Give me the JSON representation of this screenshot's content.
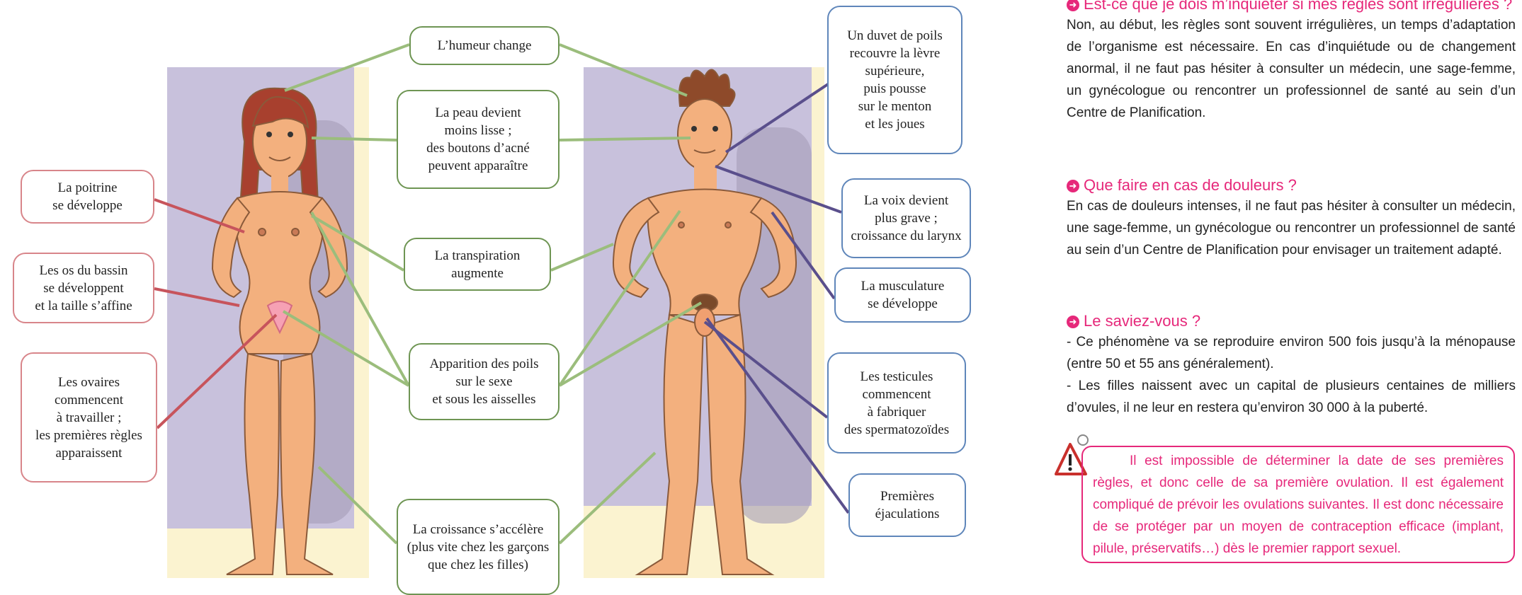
{
  "labels": {
    "mood": "L’humeur change",
    "skin": "La peau devient\nmoins lisse ;\ndes boutons d’acné\npeuvent apparaître",
    "breast": "La poitrine\nse développe",
    "pelvis": "Les os du bassin\nse développent\net la taille s’affine",
    "ovaries": "Les ovaires\ncommencent\nà travailler ;\nles premières règles\napparaissent",
    "sweat": "La transpiration\naugmente",
    "hair": "Apparition des poils\nsur le sexe\net sous les aisselles",
    "growth": "La croissance s’accélère\n(plus vite chez les garçons\nque chez les filles)",
    "duvet": "Un duvet de poils\nrecouvre la lèvre\nsupérieure,\npuis pousse\nsur le menton\net les joues",
    "voice": "La voix devient\nplus grave ;\ncroissance du larynx",
    "muscles": "La musculature\nse développe",
    "testicles": "Les testicules\ncommencent\nà fabriquer\ndes spermatozoïdes",
    "ejaculation": "Premières\néjaculations"
  },
  "sections": [
    {
      "title": "Est-ce que je dois m’inquiéter si mes règles sont irrégulières ?",
      "body": "Non, au début, les règles sont souvent irrégulières, un temps d’adaptation de l’organisme est nécessaire. En cas d’inquiétude ou de changement anormal, il ne faut pas hésiter à consulter un médecin, une sage-femme, un gynécologue ou rencontrer un professionnel de santé au sein d’un Centre de Planification."
    },
    {
      "title": "Que faire en cas de douleurs ?",
      "body": "En cas de douleurs intenses, il ne faut pas hésiter à consulter un médecin, une sage-femme, un gynécologue ou rencontrer un professionnel de santé au sein d’un Centre de Planification pour envisager un traitement adapté."
    },
    {
      "title": "Le saviez-vous ?",
      "bullet1": "- Ce phénomène va se reproduire environ 500 fois jusqu’à la ménopause (entre 50 et 55 ans généralement).",
      "bullet2": "- Les filles naissent avec un capital de plusieurs centaines de milliers d’ovules, il ne leur en restera qu’environ 30 000 à la puberté."
    }
  ],
  "warning": "Il est impossible de déterminer la date de ses premières règles, et donc celle de sa première ovulation. Il est également compliqué de prévoir les ovulations suivantes. Il est donc nécessaire de se protéger par un moyen de contraception efficace (implant, pilule, préservatifs…) dès le premier rapport sexuel.",
  "icons": {
    "section_bullet": "arrow-circle-icon",
    "warning": "warning-triangle-icon"
  },
  "colors": {
    "accent": "#e6287a",
    "green": "#6e9553",
    "red": "#d8858a",
    "blue": "#5f86ba"
  }
}
